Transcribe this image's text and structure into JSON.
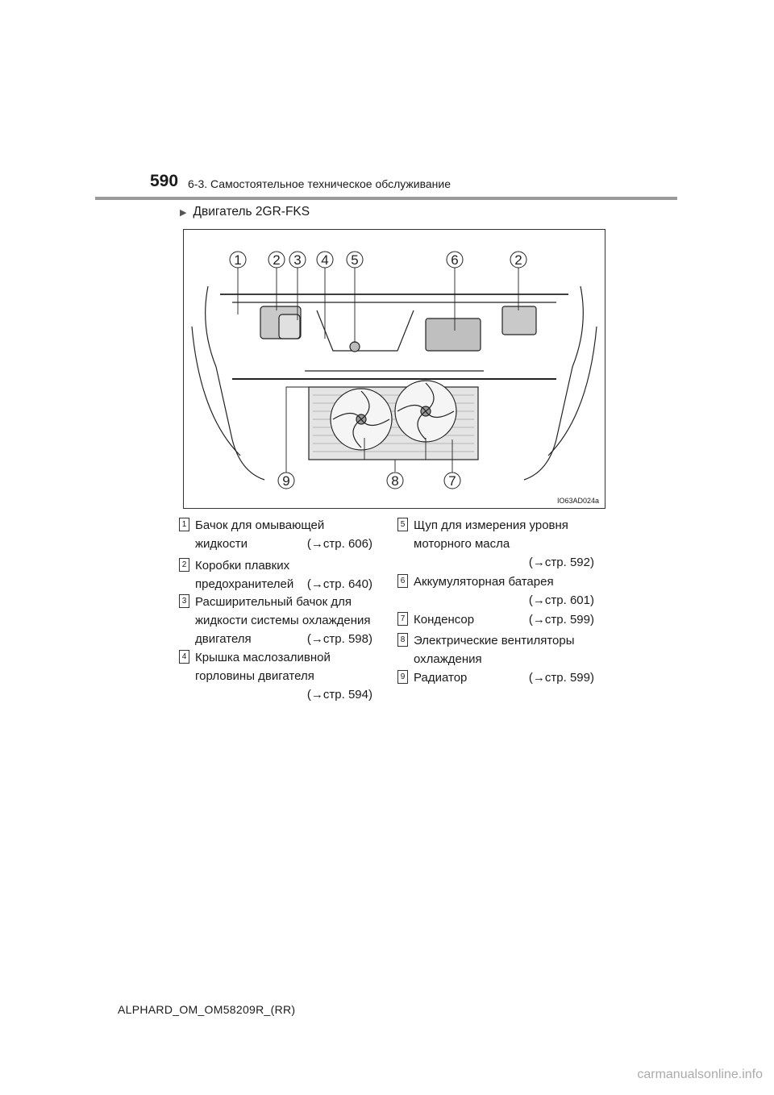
{
  "header": {
    "page_number": "590",
    "section_title": "6-3. Самостоятельное техническое обслуживание"
  },
  "subsection": {
    "bullet_icon": "triangle-right-icon",
    "title": "Двигатель 2GR-FKS"
  },
  "figure": {
    "callouts_top": [
      "1",
      "2",
      "3",
      "4",
      "5",
      "6",
      "2"
    ],
    "callouts_bottom": [
      "9",
      "8",
      "7"
    ],
    "image_code": "IO63AD024a"
  },
  "legend": [
    {
      "num": "1",
      "lines": [
        "Бачок для омывающей",
        "жидкости"
      ],
      "ref": "(→стр. 606)"
    },
    {
      "num": "2",
      "lines": [
        "Коробки плавких",
        "предохранителей"
      ],
      "ref": "(→стр. 640)"
    },
    {
      "num": "3",
      "lines": [
        "Расширительный бачок для",
        "жидкости системы охлаждения",
        "двигателя"
      ],
      "ref": "(→стр. 598)"
    },
    {
      "num": "4",
      "lines": [
        "Крышка маслозаливной",
        "горловины двигателя"
      ],
      "ref": "(→стр. 594)"
    },
    {
      "num": "5",
      "lines": [
        "Щуп для измерения уровня",
        "моторного масла"
      ],
      "ref": "(→стр. 592)"
    },
    {
      "num": "6",
      "lines": [
        "Аккумуляторная батарея"
      ],
      "ref": "(→стр. 601)"
    },
    {
      "num": "7",
      "lines": [
        "Конденсор"
      ],
      "ref": "(→стр. 599)"
    },
    {
      "num": "8",
      "lines": [
        "Электрические вентиляторы",
        "охлаждения"
      ],
      "ref": ""
    },
    {
      "num": "9",
      "lines": [
        "Радиатор"
      ],
      "ref": "(→стр. 599)"
    }
  ],
  "footer": {
    "model_code": "ALPHARD_OM_OM58209R_(RR)",
    "watermark": "carmanualsonline.info"
  }
}
